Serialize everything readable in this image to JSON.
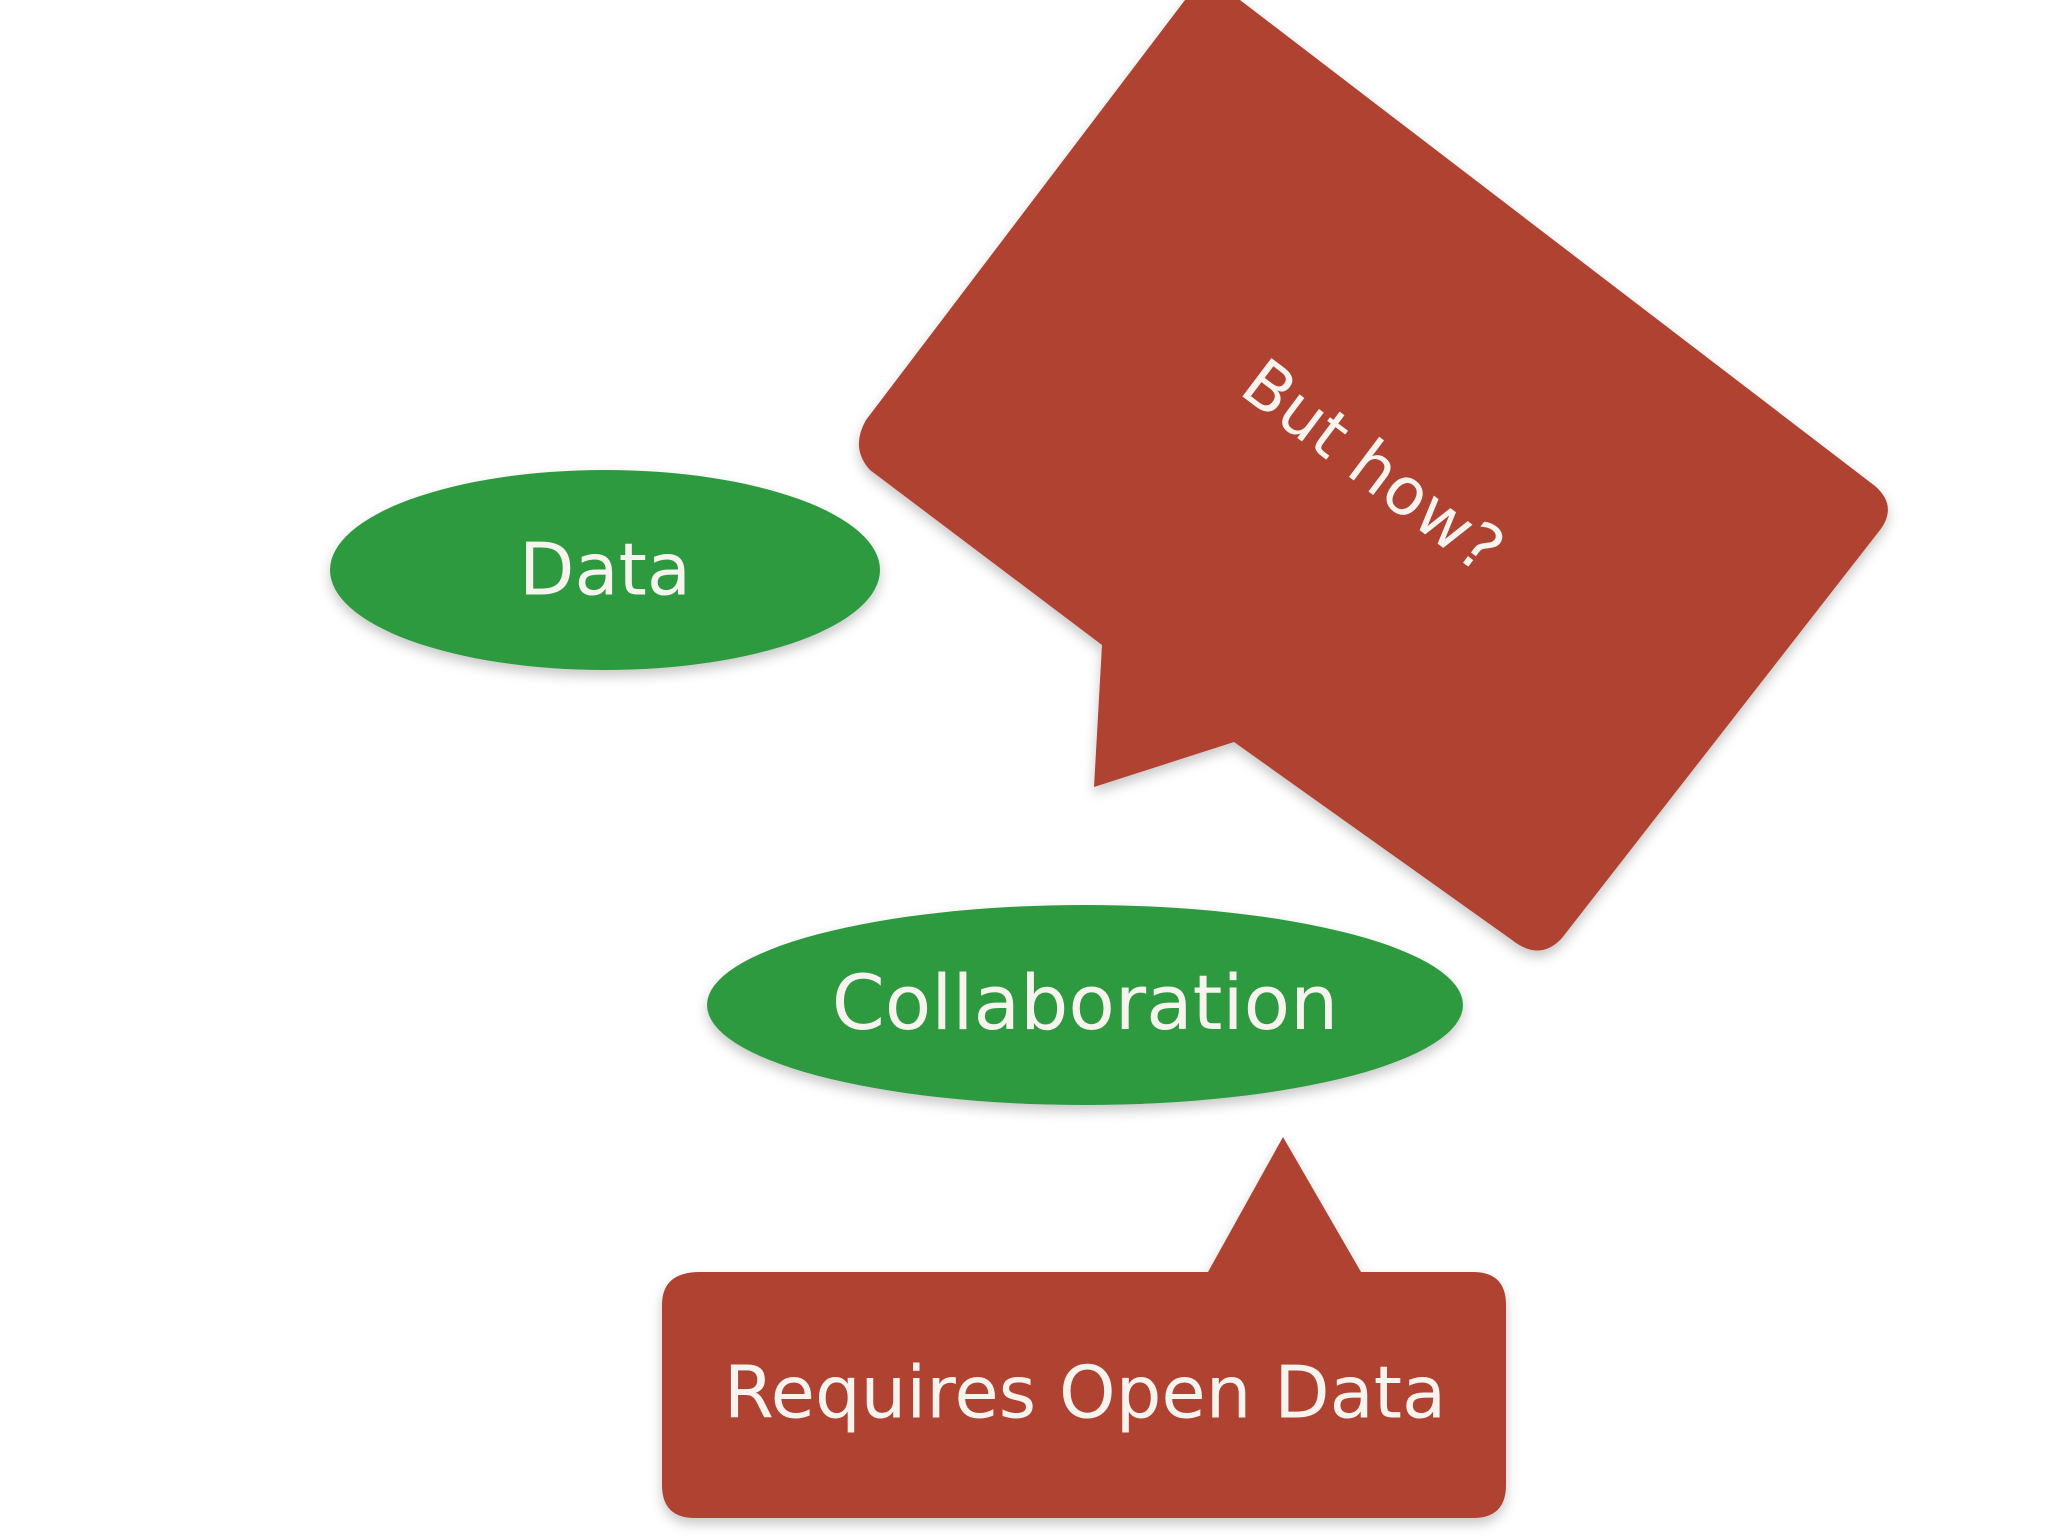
{
  "slide": {
    "bubbles": {
      "data": "Data",
      "collaboration": "Collaboration"
    },
    "callouts": {
      "but_how": "But how?",
      "requires_open_data": "Requires Open Data"
    }
  },
  "colors": {
    "green": "#2f9a41",
    "red": "#b04232",
    "text": "#f7f3ee",
    "background": "#ffffff"
  }
}
